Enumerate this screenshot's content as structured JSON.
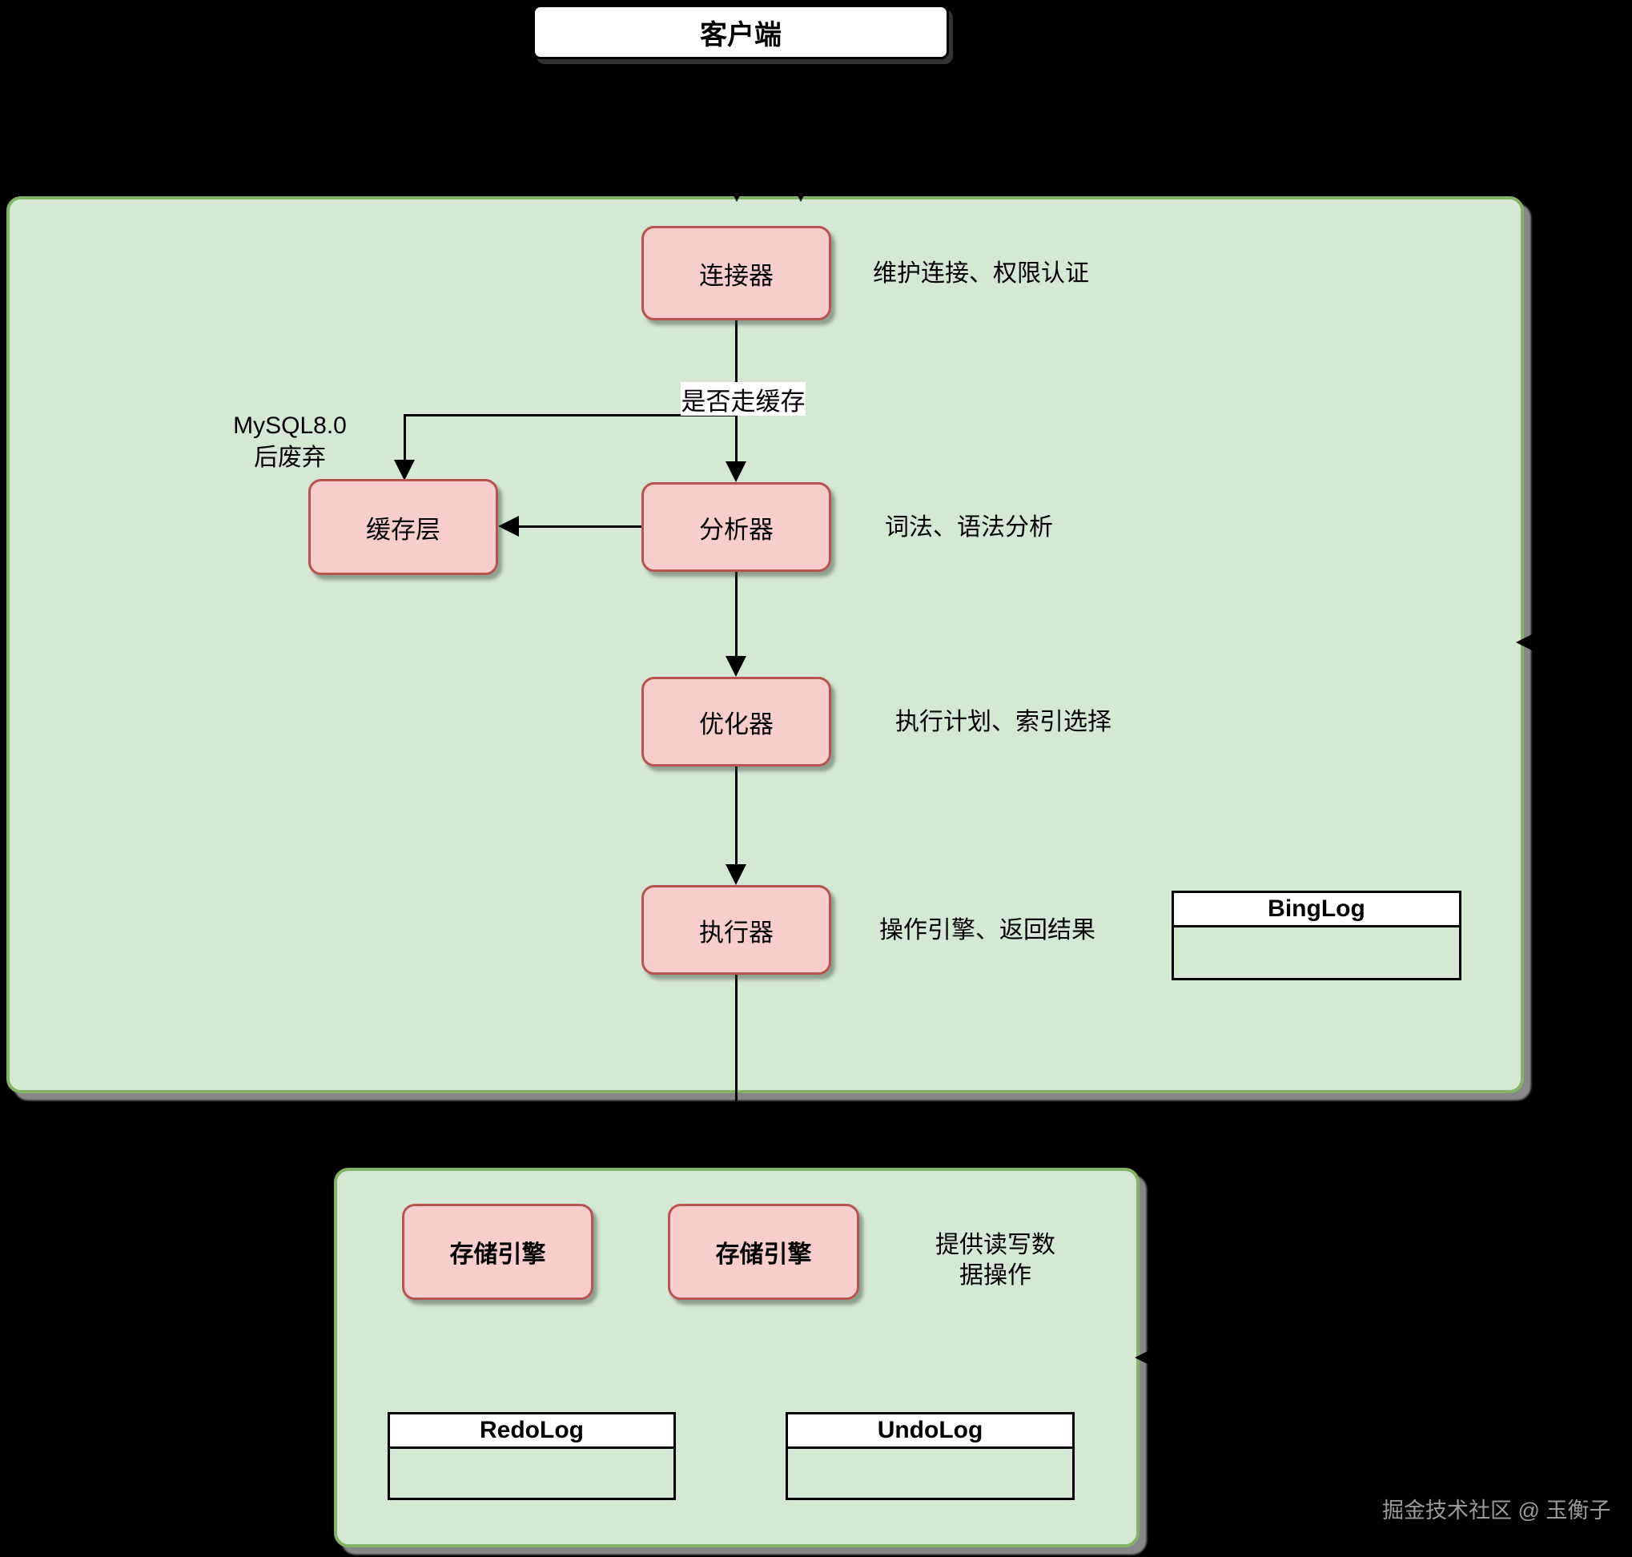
{
  "colors": {
    "background": "#000000",
    "layer_fill": "#d5e8d4",
    "layer_border": "#82b366",
    "node_fill": "#f8cecc",
    "node_border": "#b85450"
  },
  "client": {
    "label": "客户端"
  },
  "server_layer": {
    "connector": {
      "label": "连接器",
      "note": "维护连接、权限认证"
    },
    "branch_label": "是否走缓存",
    "cache": {
      "label": "缓存层",
      "deprecated_line1": "MySQL8.0",
      "deprecated_line2": "后废弃"
    },
    "analyzer": {
      "label": "分析器",
      "note": "词法、语法分析"
    },
    "optimizer": {
      "label": "优化器",
      "note": "执行计划、索引选择"
    },
    "executor": {
      "label": "执行器",
      "note": "操作引擎、返回结果"
    },
    "binglog_title": "BingLog"
  },
  "storage_layer": {
    "engine_left": {
      "label": "存储引擎"
    },
    "engine_right": {
      "label": "存储引擎"
    },
    "note_line1": "提供读写数",
    "note_line2": "据操作",
    "redolog_title": "RedoLog",
    "undolog_title": "UndoLog"
  },
  "watermark": "掘金技术社区 @ 玉衡子"
}
